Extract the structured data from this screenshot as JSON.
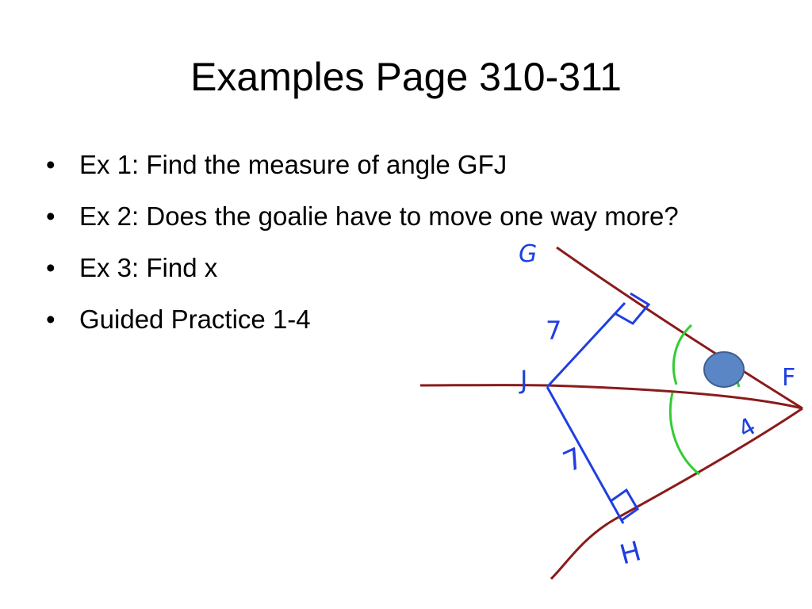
{
  "slide": {
    "title": "Examples Page 310-311",
    "bullets": [
      "Ex 1: Find the measure of angle GFJ",
      "Ex 2: Does the goalie have to move one way more?",
      "Ex 3: Find x",
      "Guided Practice 1-4"
    ]
  },
  "diagram": {
    "labels": {
      "g": "G",
      "j": "J",
      "f": "F",
      "h": "H",
      "seg_upper": "7",
      "seg_lower": "7",
      "angle_value": "4"
    },
    "colors": {
      "ray": "#8b1a1a",
      "segment": "#1f3fe0",
      "arc": "#33cc33",
      "ball_fill": "#5b86c5",
      "ball_stroke": "#3f5f90"
    }
  }
}
